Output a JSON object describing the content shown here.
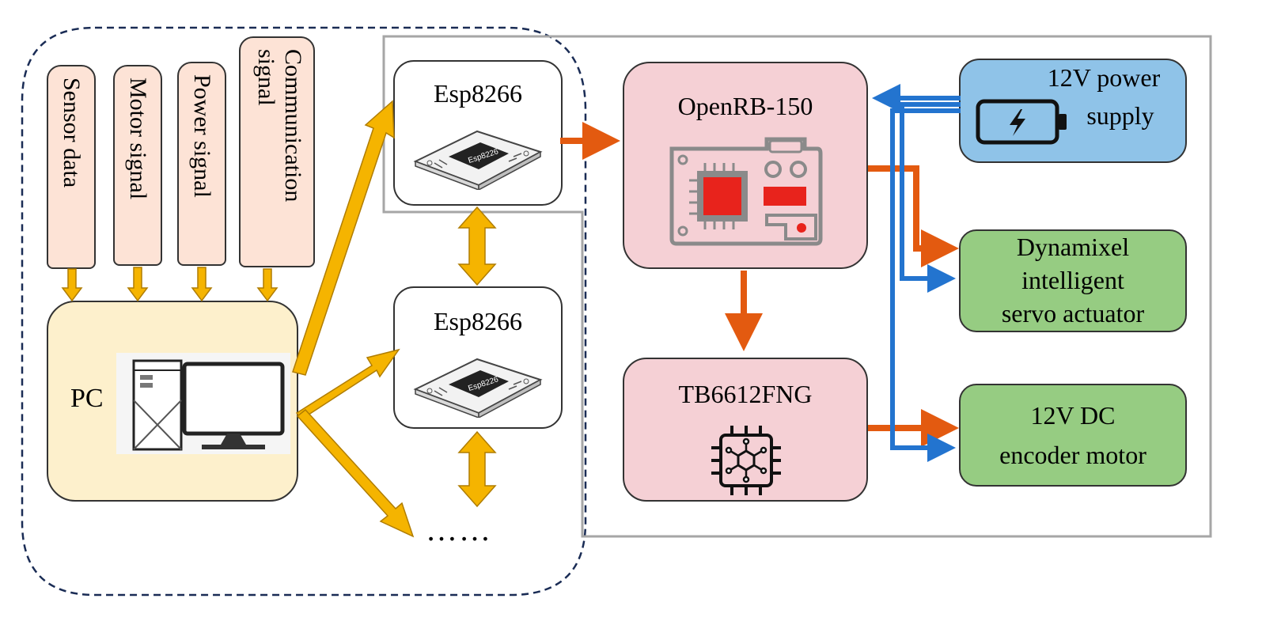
{
  "inputs": {
    "sensor_data": "Sensor data",
    "motor_signal": "Motor signal",
    "power_signal": "Power signal",
    "communication_line1": "Communication",
    "communication_line2": "signal"
  },
  "pc_label": "PC",
  "esp_top_label": "Esp8266",
  "esp_mid_label": "Esp8266",
  "chip_text": "Esp8226",
  "ellipsis": "……",
  "openrb_label": "OpenRB-150",
  "tb_label": "TB6612FNG",
  "power_line1": "12V power",
  "power_line2": "supply",
  "servo_line1": "Dynamixel",
  "servo_line2": "intelligent",
  "servo_line3": "servo actuator",
  "dc_line1": "12V DC",
  "dc_line2": "encoder motor",
  "colors": {
    "input_fill": "#fde3d6",
    "pc_fill": "#fdf0cc",
    "controller_fill": "#f5d0d5",
    "power_fill": "#8fc3e8",
    "actuator_fill": "#96cc82",
    "orange_arrow": "#e35a10",
    "blue_arrow": "#2374cf",
    "yellow_arrow": "#f5b400",
    "red_chip": "#e8231c"
  }
}
